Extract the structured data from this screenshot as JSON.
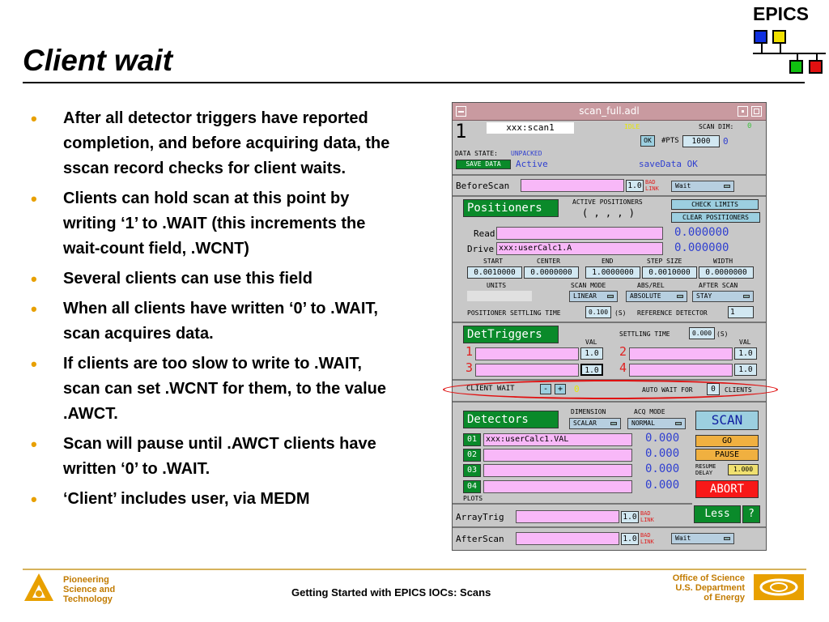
{
  "slide": {
    "title": "Client wait",
    "logo_text": "EPICS",
    "bullets": [
      "After all detector triggers have reported completion, and before acquiring data, the sscan record checks for client waits.",
      "Clients can hold scan at this point by writing ‘1’ to .WAIT (this increments the wait-count field, .WCNT)",
      "Several clients can use this field",
      "When all clients have written ‘0’ to .WAIT, scan acquires data.",
      "If clients are too slow to write to .WAIT, scan can set .WCNT for them, to the value .AWCT.",
      "Scan will pause until .AWCT clients have written ‘0’ to .WAIT.",
      "‘Client’ includes user, via MEDM"
    ],
    "bullet_color": "#e8a000"
  },
  "footer": {
    "left_line1": "Pioneering",
    "left_line2": "Science and",
    "left_line3": "Technology",
    "center": "Getting Started with EPICS IOCs: Scans",
    "right_line1": "Office of Science",
    "right_line2": "U.S. Department",
    "right_line3": "of Energy"
  },
  "medm": {
    "window_title": "scan_full.adl",
    "scan_number": "1",
    "record_name": "xxx:scan1",
    "state": "IDLE",
    "scan_dim_label": "SCAN DIM:",
    "scan_dim_value": "0",
    "ok_label": "OK",
    "npts_label": "#PTS",
    "npts_value": "1000",
    "npts_readback": "0",
    "data_state_label": "DATA STATE:",
    "data_state_value": "UNPACKED",
    "save_data_label": "SAVE DATA",
    "save_status": "Active",
    "savedata_status": "saveData OK",
    "before_scan_label": "BeforeScan",
    "before_scan_value": "1.0",
    "bad_link": "BAD",
    "bad_link2": "LINK",
    "wait_menu": "Wait",
    "positioners_label": "Positioners",
    "active_positioners_label": "ACTIVE POSITIONERS",
    "active_positioners_value": "( , , , )",
    "check_limits_label": "CHECK LIMITS",
    "clear_positioners_label": "CLEAR POSITIONERS",
    "read_label": "Read",
    "read_value": "0.000000",
    "drive_label": "Drive",
    "drive_pv": "xxx:userCalc1.A",
    "drive_value": "0.000000",
    "col_start": "START",
    "col_center": "CENTER",
    "col_end": "END",
    "col_step": "STEP SIZE",
    "col_width": "WIDTH",
    "start_value": "0.0010000",
    "center_value": "0.0000000",
    "end_value": "1.0000000",
    "step_value": "0.0010000",
    "width_value": "0.0000000",
    "units_label": "UNITS",
    "scan_mode_label": "SCAN MODE",
    "scan_mode_value": "LINEAR",
    "abs_rel_label": "ABS/REL",
    "abs_rel_value": "ABSOLUTE",
    "after_scan_label_hdr": "AFTER SCAN",
    "after_scan_value": "STAY",
    "settling_label": "POSITIONER SETTLING TIME",
    "settling_value": "0.100",
    "settling_unit": "(S)",
    "ref_detector_label": "REFERENCE DETECTOR",
    "ref_detector_value": "1",
    "dettriggers_label": "DetTriggers",
    "det_settling_label": "SETTLING TIME",
    "det_settling_value": "0.000",
    "det_settling_unit": "(S)",
    "val_label": "VAL",
    "trig_nums": [
      "1",
      "2",
      "3",
      "4"
    ],
    "trig_val": "1.0",
    "client_wait_label": "CLIENT WAIT",
    "client_wait_minus": "-",
    "client_wait_plus": "+",
    "client_wait_value": "0",
    "auto_wait_label": "AUTO WAIT FOR",
    "auto_wait_value": "0",
    "clients_label": "CLIENTS",
    "detectors_label": "Detectors",
    "dimension_label": "DIMENSION",
    "dimension_value": "SCALAR",
    "acq_mode_label": "ACQ MODE",
    "acq_mode_value": "NORMAL",
    "detectors": [
      {
        "num": "01",
        "pv": "xxx:userCalc1.VAL",
        "value": "0.000"
      },
      {
        "num": "02",
        "pv": "",
        "value": "0.000"
      },
      {
        "num": "03",
        "pv": "",
        "value": "0.000"
      },
      {
        "num": "04",
        "pv": "",
        "value": "0.000"
      }
    ],
    "plots_label": "PLOTS",
    "scan_btn": "SCAN",
    "go_btn": "GO",
    "pause_btn": "PAUSE",
    "resume_label1": "RESUME",
    "resume_label2": "DELAY",
    "resume_value": "1.000",
    "abort_btn": "ABORT",
    "less_btn": "Less",
    "help_btn": "?",
    "arraytrig_label": "ArrayTrig",
    "arraytrig_value": "1.0",
    "afterscan_label": "AfterScan",
    "afterscan_value": "1.0"
  }
}
